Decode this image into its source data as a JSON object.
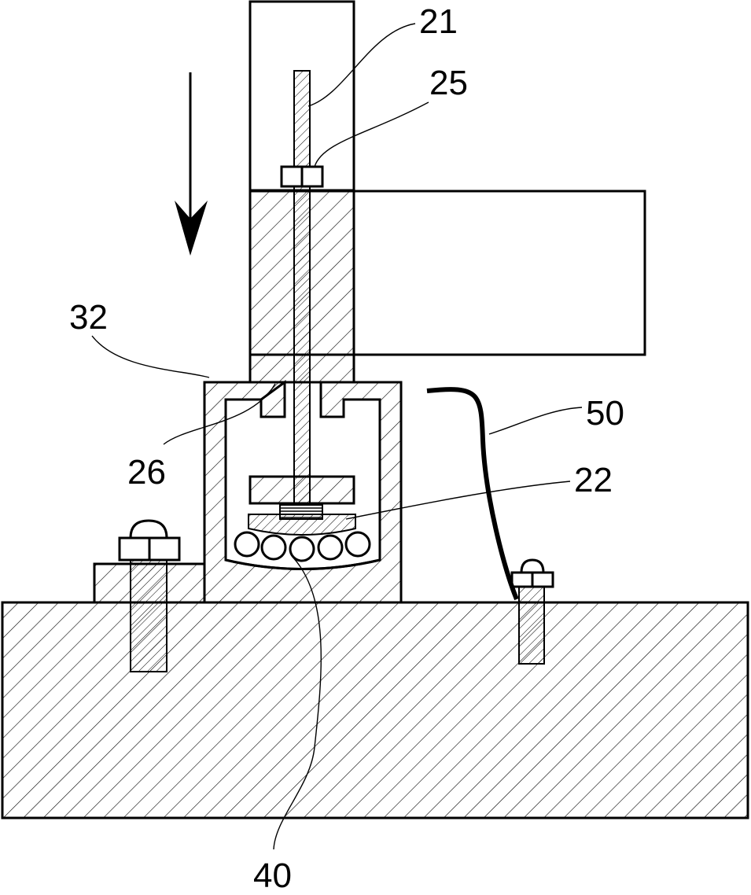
{
  "labels": {
    "ref_21": "21",
    "ref_25": "25",
    "ref_32": "32",
    "ref_26": "26",
    "ref_50": "50",
    "ref_22": "22",
    "ref_40": "40"
  },
  "colors": {
    "line": "#000000",
    "background": "#ffffff"
  },
  "icons": {
    "press_direction": "down-arrow-icon"
  }
}
